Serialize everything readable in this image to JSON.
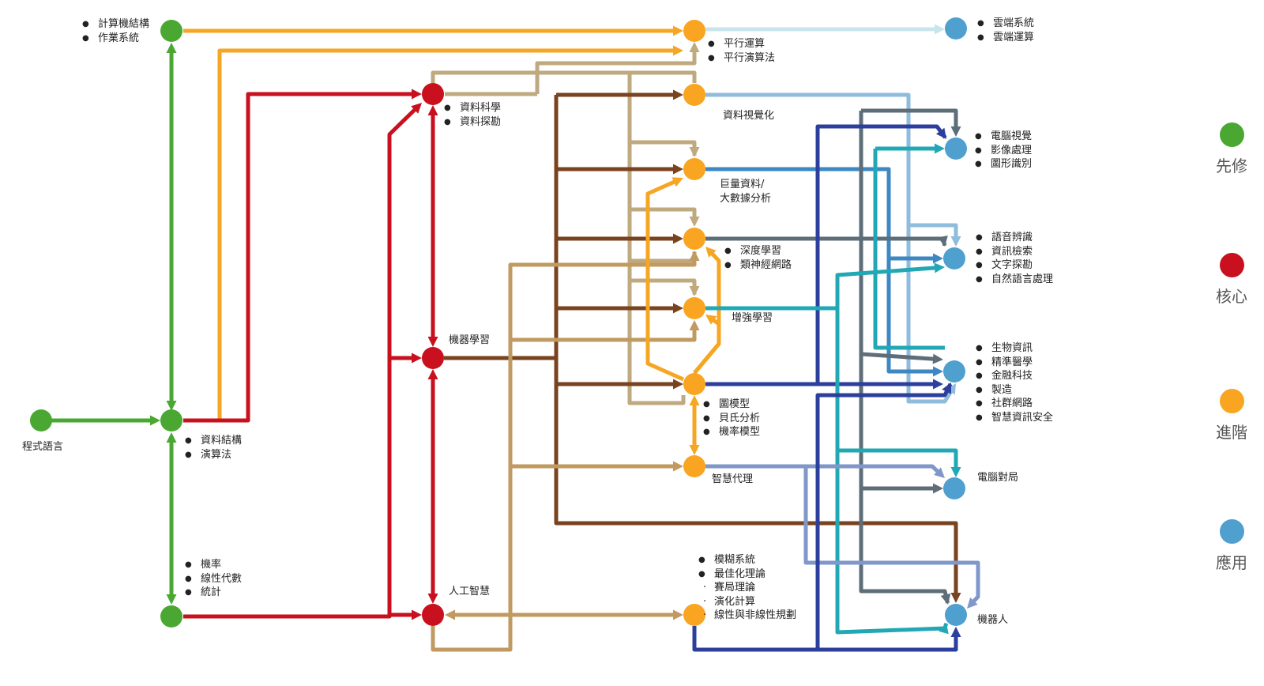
{
  "colors": {
    "prereq": "#4aa832",
    "core": "#c8101e",
    "advanced": "#f9a521",
    "application": "#4f9fcf"
  },
  "legend": [
    {
      "key": "prereq",
      "label": "先修"
    },
    {
      "key": "core",
      "label": "核心"
    },
    {
      "key": "advanced",
      "label": "進階"
    },
    {
      "key": "application",
      "label": "應用"
    }
  ],
  "labels": {
    "programming": {
      "lines": [
        {
          "t": "程式語言",
          "b": false
        }
      ]
    },
    "computer_systems": {
      "lines": [
        {
          "t": "計算機結構",
          "b": true
        },
        {
          "t": "作業系統",
          "b": true
        }
      ]
    },
    "data_structures": {
      "lines": [
        {
          "t": "資料結構",
          "b": true
        },
        {
          "t": "演算法",
          "b": true
        }
      ]
    },
    "math": {
      "lines": [
        {
          "t": "機率",
          "b": true
        },
        {
          "t": "線性代數",
          "b": true
        },
        {
          "t": "統計",
          "b": true
        }
      ]
    },
    "data_science": {
      "lines": [
        {
          "t": "資料科學",
          "b": true
        },
        {
          "t": "資料探勘",
          "b": true
        }
      ]
    },
    "machine_learning": {
      "lines": [
        {
          "t": "機器學習",
          "b": false
        }
      ]
    },
    "artificial_intelligence": {
      "lines": [
        {
          "t": "人工智慧",
          "b": false
        }
      ]
    },
    "parallel": {
      "lines": [
        {
          "t": "平行運算",
          "b": true
        },
        {
          "t": "平行演算法",
          "b": true
        }
      ]
    },
    "visualization": {
      "lines": [
        {
          "t": "資料視覺化",
          "b": false
        }
      ]
    },
    "big_data": {
      "lines": [
        {
          "t": "巨量資料/",
          "b": false
        },
        {
          "t": "大數據分析",
          "b": false
        }
      ]
    },
    "deep_learning": {
      "lines": [
        {
          "t": "深度學習",
          "b": true
        },
        {
          "t": "類神經網路",
          "b": true
        }
      ]
    },
    "reinforcement": {
      "lines": [
        {
          "t": "增強學習",
          "b": false
        }
      ]
    },
    "graphical_models": {
      "lines": [
        {
          "t": "圖模型",
          "b": true
        },
        {
          "t": "貝氏分析",
          "b": true
        },
        {
          "t": "機率模型",
          "b": true
        }
      ]
    },
    "agents": {
      "lines": [
        {
          "t": "智慧代理",
          "b": false
        }
      ]
    },
    "fuzzy_opt": {
      "lines": [
        {
          "t": "模糊系統",
          "b": true
        },
        {
          "t": "最佳化理論",
          "b": true
        },
        {
          "t": "賽局理論",
          "s": true
        },
        {
          "t": "演化計算",
          "s": true
        },
        {
          "t": "線性與非線性規劃",
          "s": true
        }
      ]
    },
    "cloud": {
      "lines": [
        {
          "t": "雲端系統",
          "b": true
        },
        {
          "t": "雲端運算",
          "b": true
        }
      ]
    },
    "vision": {
      "lines": [
        {
          "t": "電腦視覺",
          "b": true
        },
        {
          "t": "影像處理",
          "b": true
        },
        {
          "t": "圖形識別",
          "b": true
        }
      ]
    },
    "speech_nlp": {
      "lines": [
        {
          "t": "語音辨識",
          "b": true
        },
        {
          "t": "資訊檢索",
          "b": true
        },
        {
          "t": "文字探勘",
          "b": true
        },
        {
          "t": "自然語言處理",
          "b": true
        }
      ]
    },
    "bio_fin": {
      "lines": [
        {
          "t": "生物資訊",
          "b": true
        },
        {
          "t": "精準醫學",
          "b": true
        },
        {
          "t": "金融科技",
          "b": true
        },
        {
          "t": "製造",
          "b": true
        },
        {
          "t": "社群網路",
          "b": true
        },
        {
          "t": "智慧資訊安全",
          "b": true
        }
      ]
    },
    "games": {
      "lines": [
        {
          "t": "電腦對局",
          "b": false
        }
      ]
    },
    "robots": {
      "lines": [
        {
          "t": "機器人",
          "b": false
        }
      ]
    }
  },
  "nodes": [
    {
      "id": "programming",
      "category": "prereq"
    },
    {
      "id": "computer_systems",
      "category": "prereq"
    },
    {
      "id": "data_structures",
      "category": "prereq"
    },
    {
      "id": "math",
      "category": "prereq"
    },
    {
      "id": "data_science",
      "category": "core"
    },
    {
      "id": "machine_learning",
      "category": "core"
    },
    {
      "id": "artificial_intelligence",
      "category": "core"
    },
    {
      "id": "parallel",
      "category": "advanced"
    },
    {
      "id": "visualization",
      "category": "advanced"
    },
    {
      "id": "big_data",
      "category": "advanced"
    },
    {
      "id": "deep_learning",
      "category": "advanced"
    },
    {
      "id": "reinforcement",
      "category": "advanced"
    },
    {
      "id": "graphical_models",
      "category": "advanced"
    },
    {
      "id": "agents",
      "category": "advanced"
    },
    {
      "id": "fuzzy_opt",
      "category": "advanced"
    },
    {
      "id": "cloud",
      "category": "application"
    },
    {
      "id": "vision",
      "category": "application"
    },
    {
      "id": "speech_nlp",
      "category": "application"
    },
    {
      "id": "bio_fin",
      "category": "application"
    },
    {
      "id": "games",
      "category": "application"
    },
    {
      "id": "robots",
      "category": "application"
    }
  ]
}
